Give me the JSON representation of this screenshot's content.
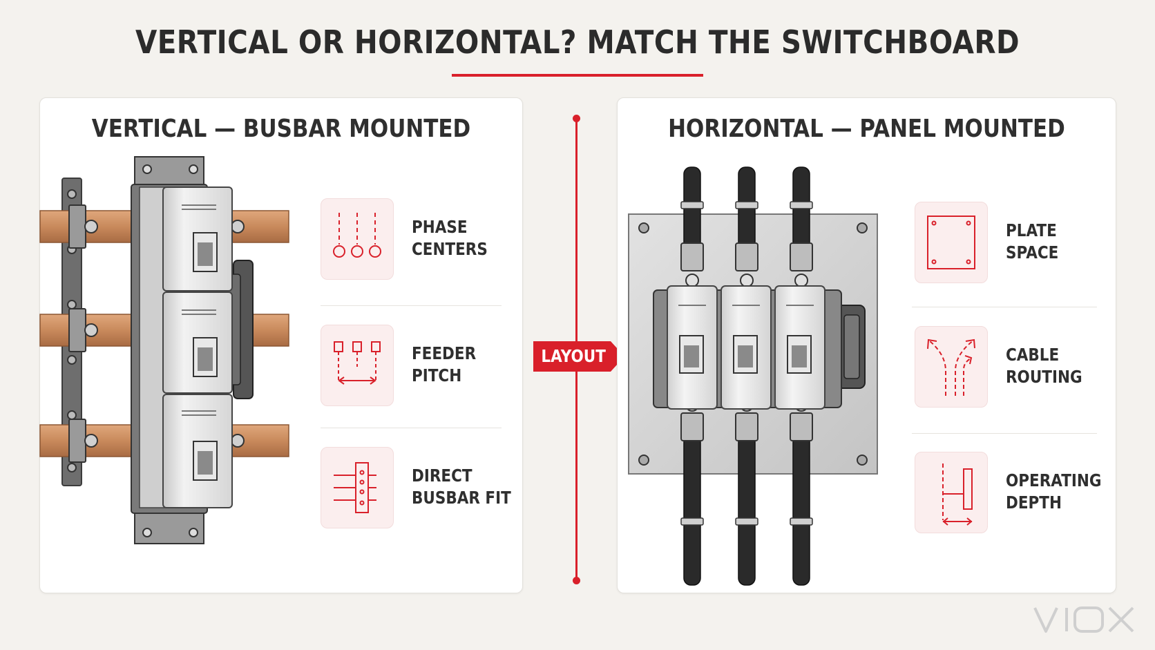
{
  "title": "VERTICAL OR HORIZONTAL? MATCH THE SWITCHBOARD",
  "divider_badge": "LAYOUT",
  "left_panel": {
    "title": "VERTICAL — BUSBAR MOUNTED",
    "features": [
      {
        "line1": "PHASE",
        "line2": "CENTERS",
        "icon": "phase-centers-icon"
      },
      {
        "line1": "FEEDER",
        "line2": "PITCH",
        "icon": "feeder-pitch-icon"
      },
      {
        "line1": "DIRECT",
        "line2": "BUSBAR FIT",
        "icon": "busbar-fit-icon"
      }
    ]
  },
  "right_panel": {
    "title": "HORIZONTAL — PANEL MOUNTED",
    "features": [
      {
        "line1": "PLATE",
        "line2": "SPACE",
        "icon": "plate-space-icon"
      },
      {
        "line1": "CABLE",
        "line2": "ROUTING",
        "icon": "cable-routing-icon"
      },
      {
        "line1": "OPERATING",
        "line2": "DEPTH",
        "icon": "operating-depth-icon"
      }
    ]
  },
  "logo_text": "VIOX",
  "colors": {
    "accent": "#d9202a",
    "copper": "#c98a5c",
    "panel_bg": "#ffffff",
    "page_bg": "#f4f2ee",
    "icon_bg": "#fbeeee"
  }
}
